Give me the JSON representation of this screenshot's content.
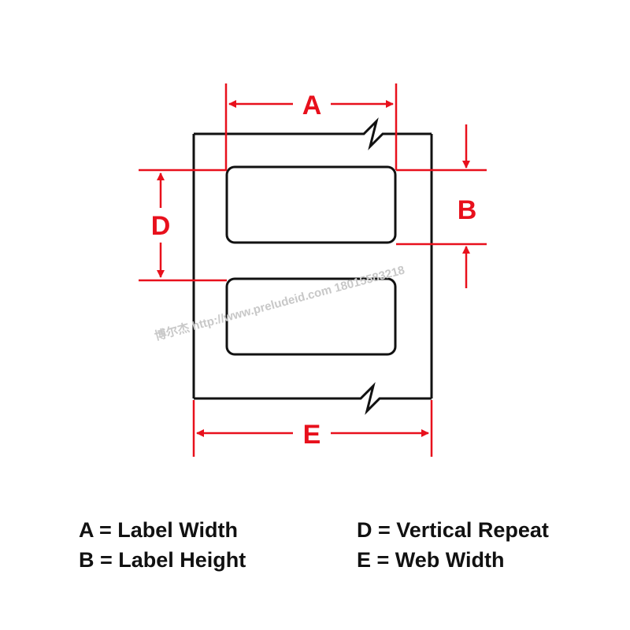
{
  "colors": {
    "dimension": "#e8101c",
    "outline": "#111111",
    "watermark": "#c8c8c8"
  },
  "dimensions": {
    "a": "A",
    "b": "B",
    "d": "D",
    "e": "E"
  },
  "legend": {
    "a": "A = Label Width",
    "b": "B = Label Height",
    "d": "D = Vertical Repeat",
    "e": "E = Web Width"
  },
  "watermark": "博尔杰 http://www.preludeid.com 18015583218"
}
